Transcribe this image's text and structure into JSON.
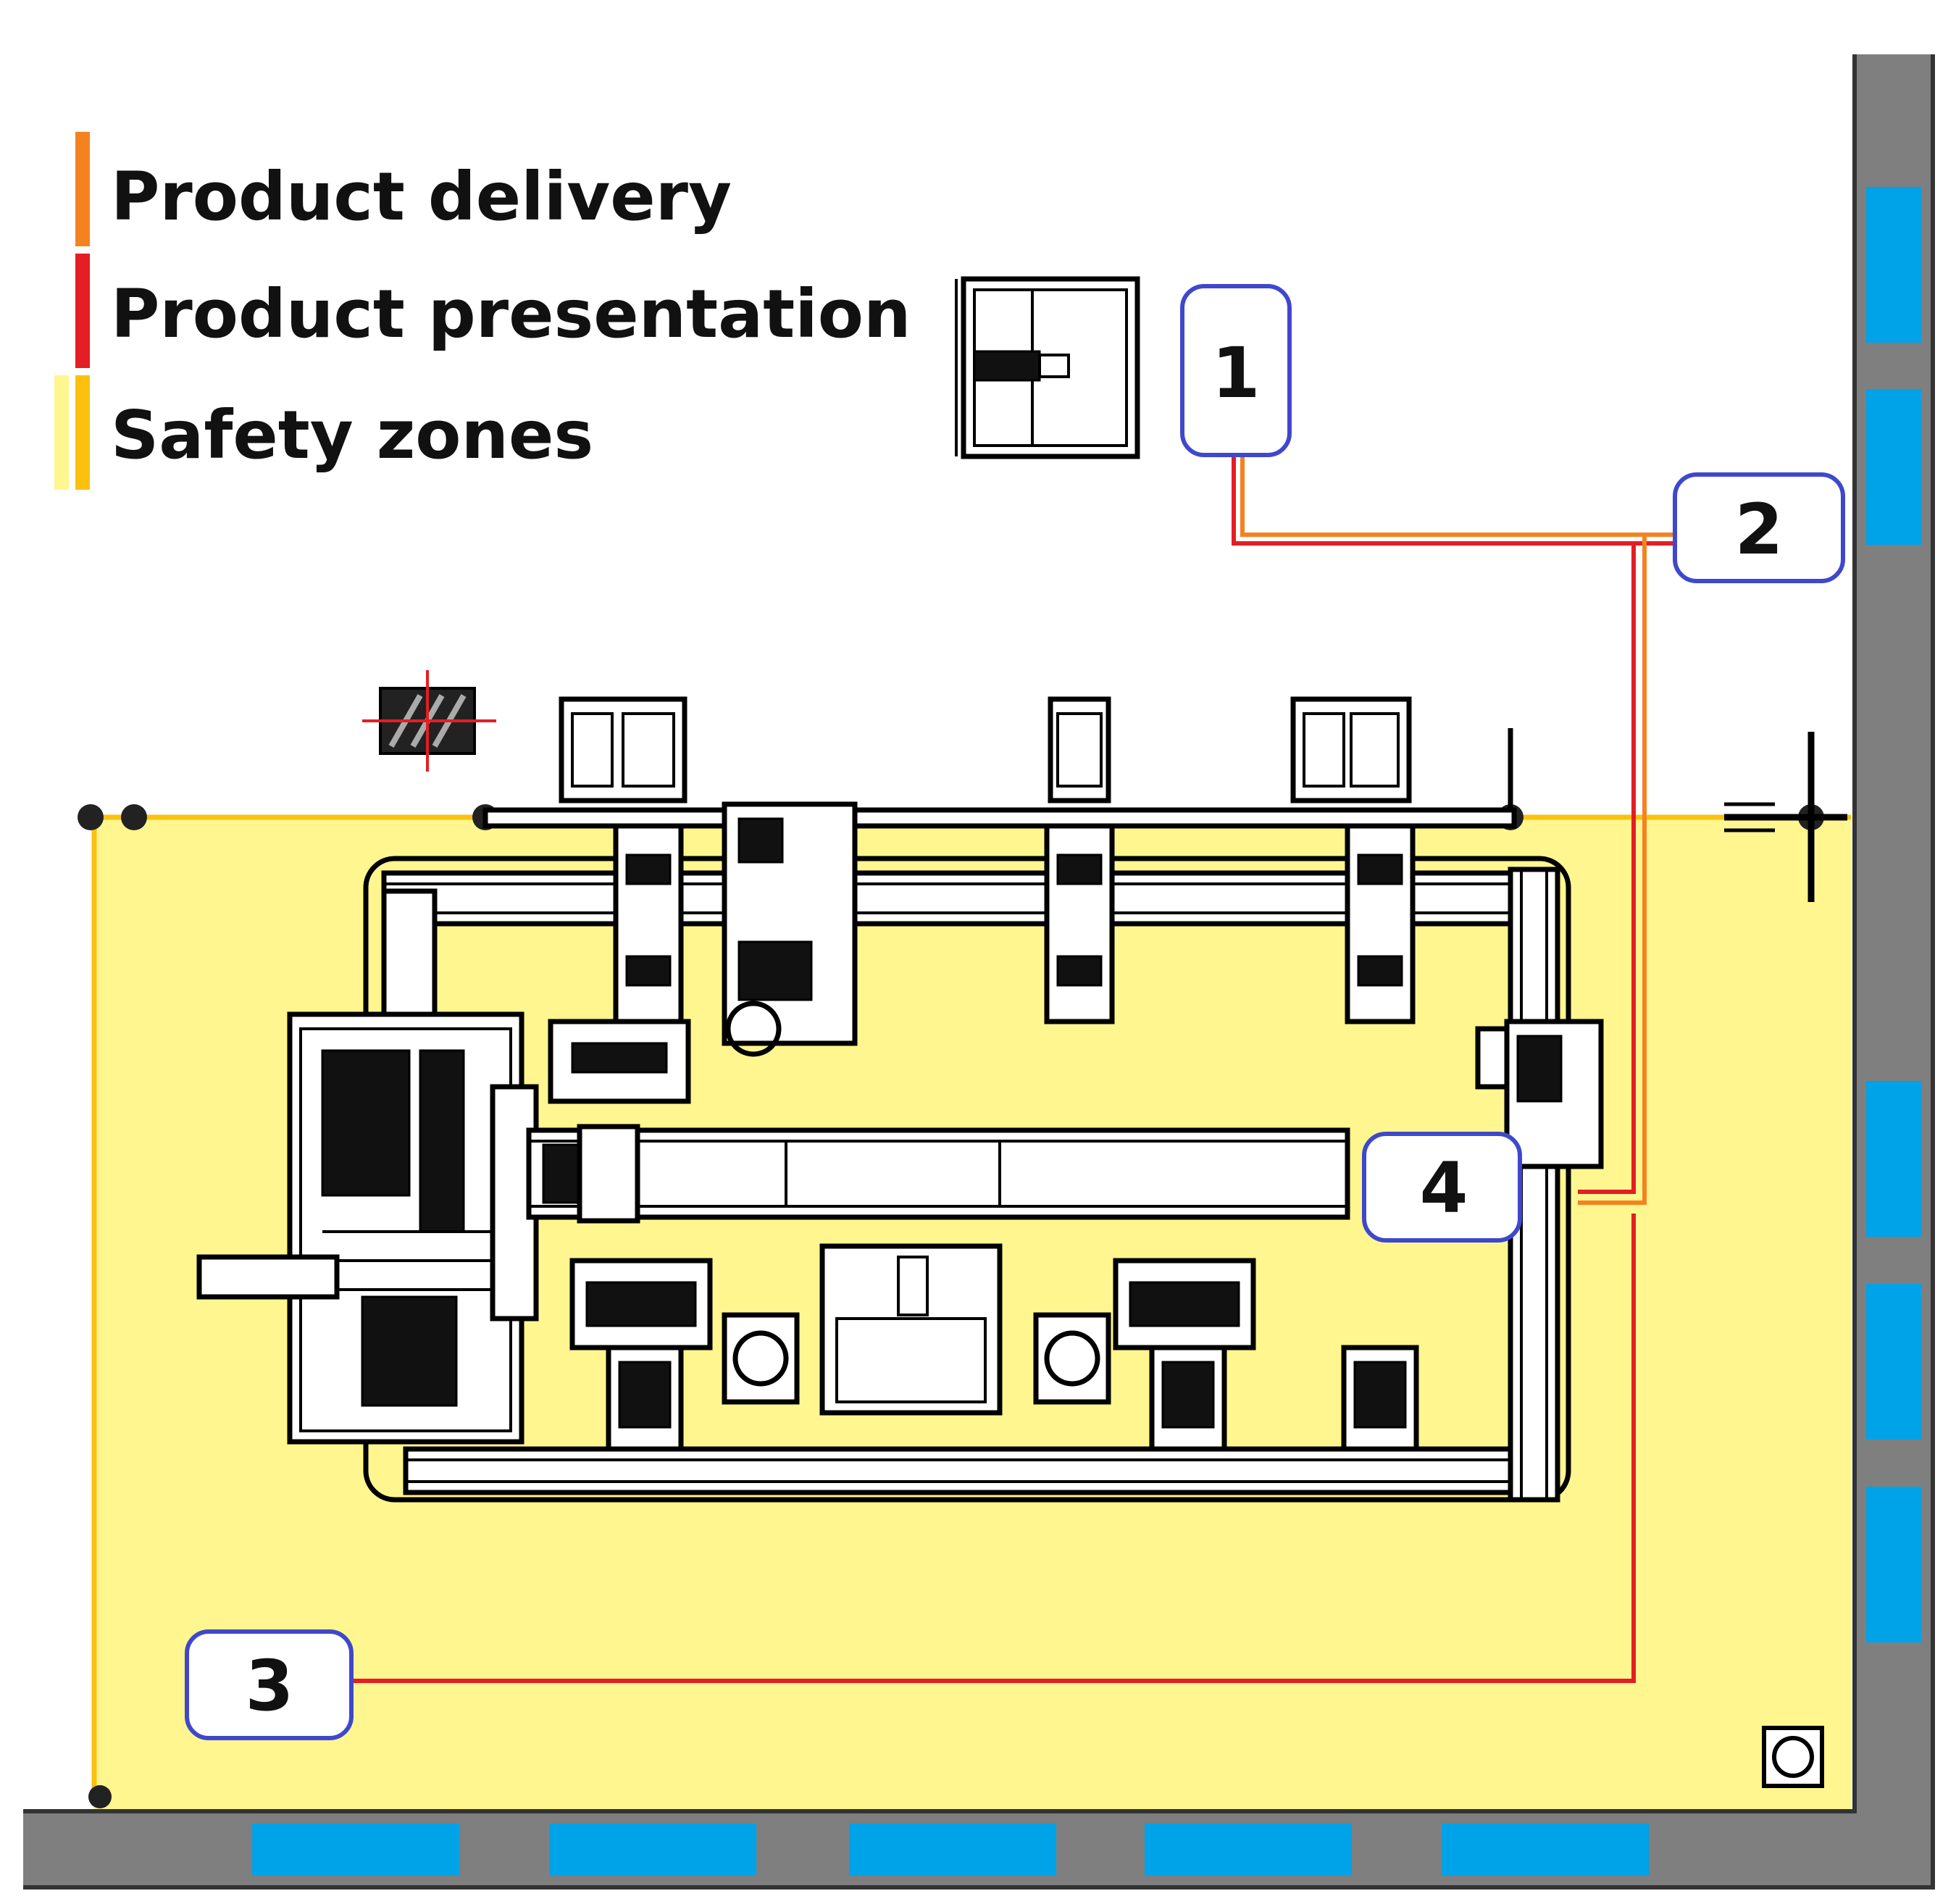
{
  "legend": [
    {
      "label": "Product delivery",
      "color": "#f58220"
    },
    {
      "label": "Product presentation",
      "color": "#e31e24"
    },
    {
      "label": "Safety zones",
      "color": "#fbc10e",
      "secondary_color": "#fff68f"
    }
  ],
  "callouts": [
    {
      "id": "1",
      "text": "1"
    },
    {
      "id": "2",
      "text": "2"
    },
    {
      "id": "3",
      "text": "3"
    },
    {
      "id": "4",
      "text": "4"
    }
  ],
  "colors": {
    "safety_zone_fill": "#fff68f",
    "safety_zone_border": "#fbc10e",
    "wall": "#7f7f7f",
    "window": "#00a2e8",
    "callout_border": "#3f48cc",
    "product_delivery": "#f58220",
    "product_presentation": "#e31e24"
  },
  "icons": [
    "machine-layout",
    "fire-extinguisher-icon",
    "anchor-point-icon"
  ]
}
